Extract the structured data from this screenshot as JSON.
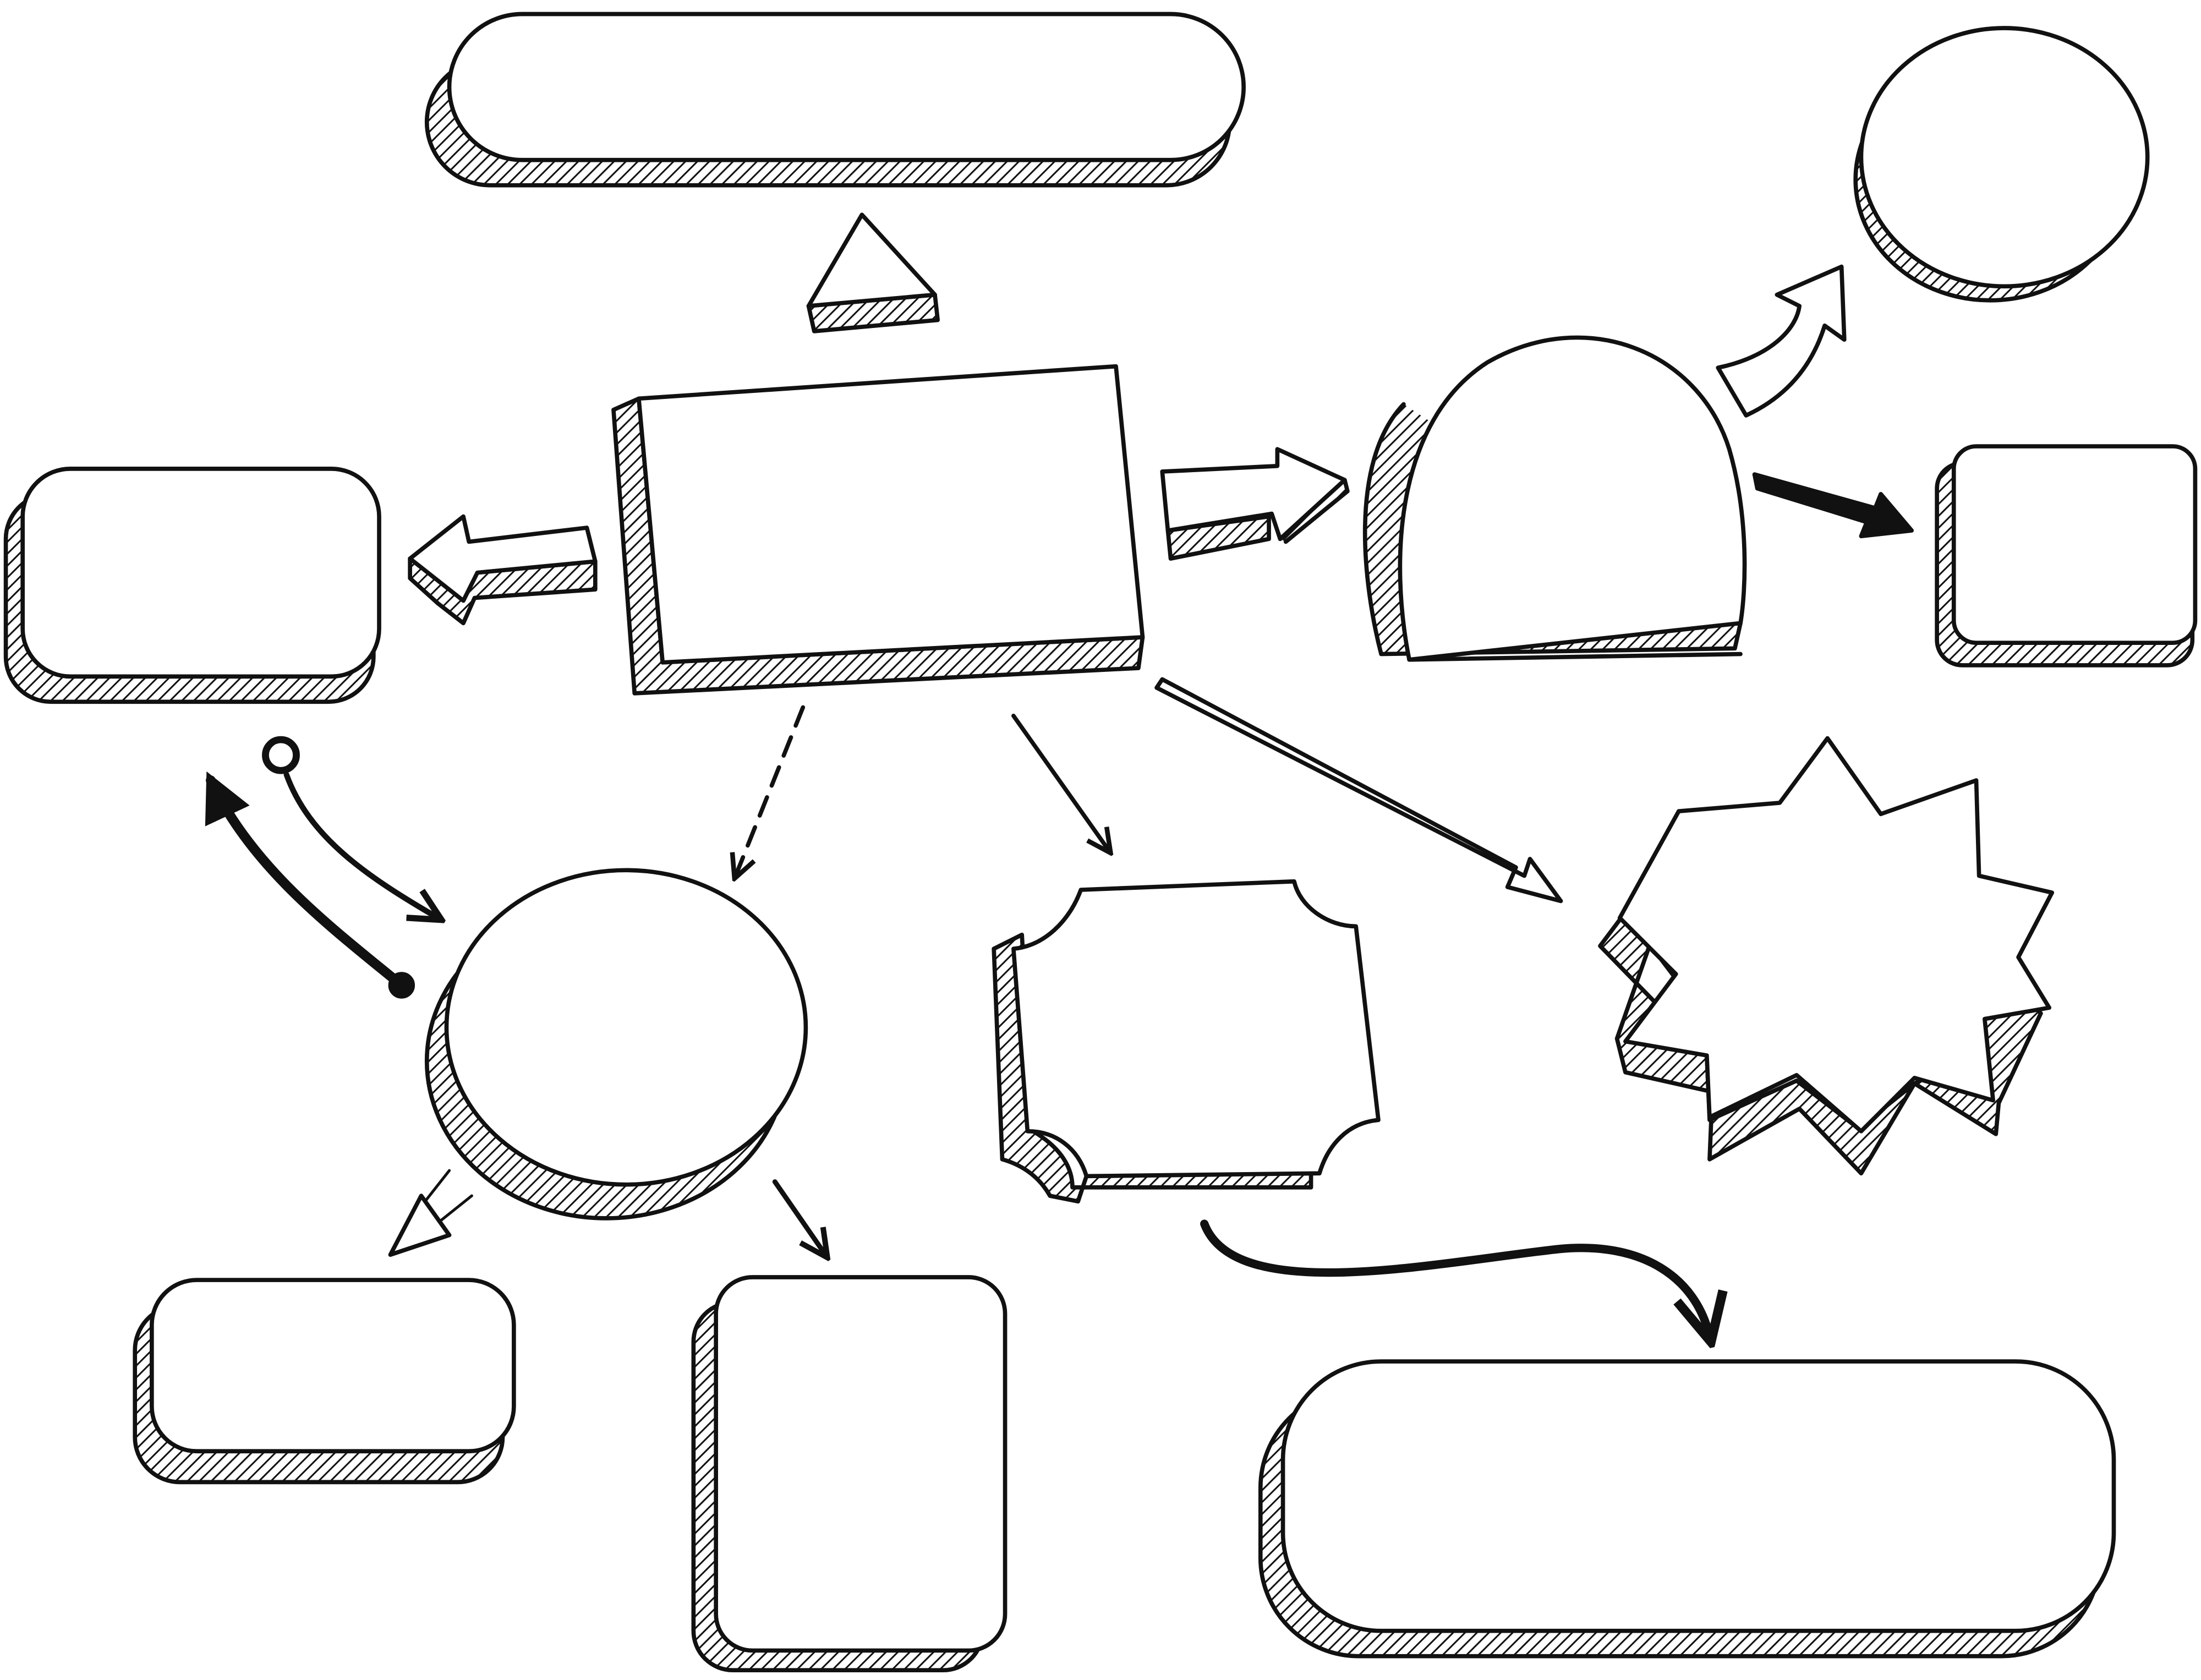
{
  "diagram": {
    "style": "hand-drawn flowchart template with hatched 3D shadows",
    "ink_color": "#111111",
    "paper_color": "#ffffff",
    "shapes": [
      {
        "id": "top-pill",
        "kind": "pill"
      },
      {
        "id": "small-triangle",
        "kind": "triangle"
      },
      {
        "id": "center-rectangle",
        "kind": "rectangle"
      },
      {
        "id": "left-rounded-box",
        "kind": "rounded-rectangle"
      },
      {
        "id": "dome",
        "kind": "dome"
      },
      {
        "id": "top-right-circle",
        "kind": "circle"
      },
      {
        "id": "right-small-square",
        "kind": "rounded-square"
      },
      {
        "id": "middle-circle",
        "kind": "circle"
      },
      {
        "id": "scalloped-frame",
        "kind": "ticket-frame"
      },
      {
        "id": "starburst",
        "kind": "star"
      },
      {
        "id": "bottom-left-rounded-box",
        "kind": "rounded-rectangle"
      },
      {
        "id": "bottom-tall-rectangle",
        "kind": "rounded-rectangle"
      },
      {
        "id": "bottom-right-pill",
        "kind": "pill"
      }
    ],
    "arrows": [
      {
        "id": "center-to-left",
        "style": "block-arrow",
        "from": "center-rectangle",
        "to": "left-rounded-box"
      },
      {
        "id": "center-to-dome",
        "style": "block-arrow",
        "from": "center-rectangle",
        "to": "dome"
      },
      {
        "id": "dome-to-circle",
        "style": "curved-outline-arrow",
        "from": "dome",
        "to": "top-right-circle"
      },
      {
        "id": "dome-to-square",
        "style": "bold-arrow",
        "from": "dome",
        "to": "right-small-square"
      },
      {
        "id": "center-to-middle-circle",
        "style": "dashed-arrow",
        "from": "center-rectangle",
        "to": "middle-circle"
      },
      {
        "id": "center-to-frame",
        "style": "thin-arrow",
        "from": "center-rectangle",
        "to": "scalloped-frame"
      },
      {
        "id": "center-to-star",
        "style": "double-line-arrow",
        "from": "center-rectangle",
        "to": "starburst"
      },
      {
        "id": "circle-to-left-box",
        "style": "bold-curved-arrow",
        "from": "middle-circle",
        "to": "left-rounded-box"
      },
      {
        "id": "left-box-to-circle",
        "style": "curved-arrow-with-ring",
        "from": "left-rounded-box",
        "to": "middle-circle"
      },
      {
        "id": "circle-to-bottom-left",
        "style": "outline-arrow",
        "from": "middle-circle",
        "to": "bottom-left-rounded-box"
      },
      {
        "id": "circle-to-bottom-tall",
        "style": "thin-arrow",
        "from": "middle-circle",
        "to": "bottom-tall-rectangle"
      },
      {
        "id": "frame-to-bottom-pill",
        "style": "bold-curved-arrow",
        "from": "scalloped-frame",
        "to": "bottom-right-pill"
      }
    ]
  }
}
